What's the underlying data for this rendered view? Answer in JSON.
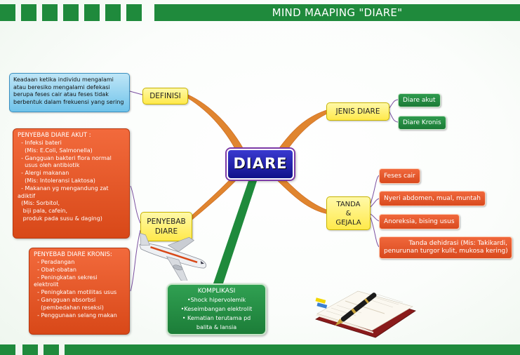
{
  "header": {
    "title": "MIND MAAPING \"DIARE\""
  },
  "colors": {
    "green": "#1f8a3c",
    "yellow": "#ffe94a",
    "orange": "#e0522a",
    "blue": "#6fc3ea",
    "center": "#1a1a9c"
  },
  "center": {
    "label": "DIARE"
  },
  "definisi": {
    "label": "DEFINISI",
    "text": "Keadaan ketika individu mengalami atau beresiko mengalami defekasi berupa feses cair atau feses tidak berbentuk dalam frekuensi yang sering"
  },
  "jenis": {
    "label": "JENIS DIARE",
    "items": [
      "Diare akut",
      "Diare Kronis"
    ]
  },
  "tanda": {
    "label_lines": [
      "TANDA",
      "&",
      "GEJALA"
    ],
    "items": [
      "Feses cair",
      "Nyeri abdomen, mual, muntah",
      "Anoreksia, bising usus"
    ],
    "dehidrasi_lines": [
      "Tanda dehidrasi (Mis: Takikardi,",
      "penurunan turgor kulit, mukosa kering)"
    ]
  },
  "penyebab": {
    "label_lines": [
      "PENYEBAB",
      "DIARE"
    ],
    "akut": {
      "title": "PENYEBAB DIARE AKUT :",
      "items": [
        "  - Infeksi bateri",
        "    (Mis: E.Coli, Salmonella)",
        "  - Gangguan bakteri flora normal",
        "    usus oleh antibiotik",
        "  - Alergi makanan",
        "    (Mis: Intoleransi Laktosa)",
        "  - Makanan yg mengandung zat",
        "adiktif",
        "  (Mis: Sorbitol,",
        "   biji pala, cafein,",
        "   produk pada susu & daging)"
      ]
    },
    "kronis": {
      "title": "PENYEBAB DIARE KRONIS:",
      "items": [
        "  - Peradangan",
        "  - Obat-obatan",
        "  - Peningkatan sekresi",
        "elektrolit",
        "  - Peningkatan motilitas usus",
        "  - Gangguan absorbsi",
        "    (pembedahan reseksi)",
        "  - Penggunaan selang makan"
      ]
    }
  },
  "komplikasi": {
    "title": "KOMPLIKASI",
    "items": [
      "•Shock hipervolemik",
      "•Keseimbangan elektrolit",
      "• Kematian terutama pd",
      "balita & lansia"
    ]
  }
}
